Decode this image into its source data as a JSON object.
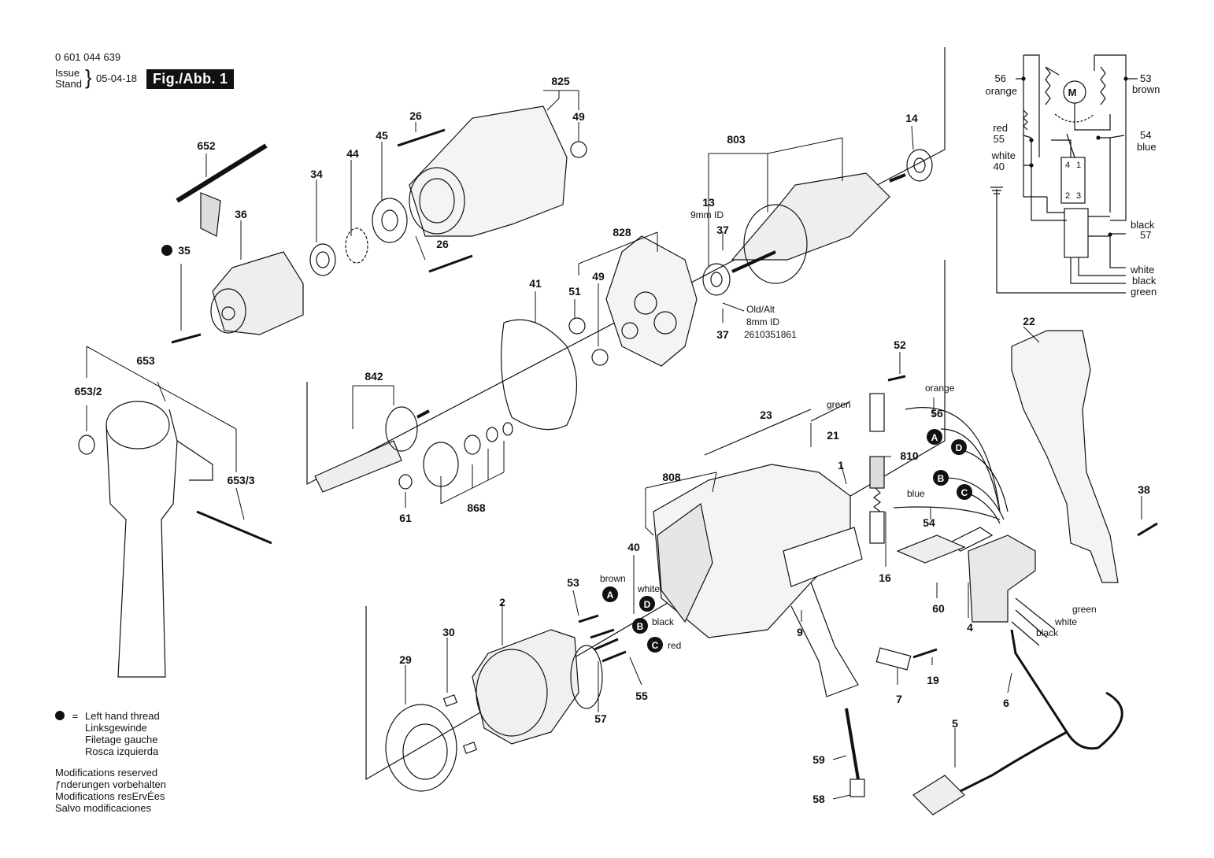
{
  "header": {
    "part_number": "0 601 044 639",
    "issue_label": "Issue",
    "stand_label": "Stand",
    "date": "05-04-18",
    "figure": "Fig./Abb. 1"
  },
  "legend": {
    "lht_lines": [
      "Left hand thread",
      "Linksgewinde",
      "Filetage gauche",
      "Rosca izquierda"
    ],
    "mod_lines": [
      "Modifications reserved",
      "ƒnderungen vorbehalten",
      "Modifications resErvÉes",
      "Salvo modificaciones"
    ]
  },
  "parts": [
    {
      "id": "p825",
      "text": "825"
    },
    {
      "id": "p49a",
      "text": "49"
    },
    {
      "id": "p26a",
      "text": "26"
    },
    {
      "id": "p26b",
      "text": "26"
    },
    {
      "id": "p652",
      "text": "652"
    },
    {
      "id": "p44",
      "text": "44"
    },
    {
      "id": "p45",
      "text": "45"
    },
    {
      "id": "p34",
      "text": "34"
    },
    {
      "id": "p36",
      "text": "36"
    },
    {
      "id": "p35",
      "text": "35"
    },
    {
      "id": "p803",
      "text": "803"
    },
    {
      "id": "p14",
      "text": "14"
    },
    {
      "id": "p13",
      "text": "13"
    },
    {
      "id": "p9mm",
      "text": "9mm ID"
    },
    {
      "id": "p37a",
      "text": "37"
    },
    {
      "id": "p37b",
      "text": "37"
    },
    {
      "id": "p828",
      "text": "828"
    },
    {
      "id": "p51",
      "text": "51"
    },
    {
      "id": "p49b",
      "text": "49"
    },
    {
      "id": "p41",
      "text": "41"
    },
    {
      "id": "pold",
      "text": "Old/Alt"
    },
    {
      "id": "p8mm",
      "text": "8mm ID"
    },
    {
      "id": "p2610",
      "text": "2610351861"
    },
    {
      "id": "p653",
      "text": "653"
    },
    {
      "id": "p653_2",
      "text": "653/2"
    },
    {
      "id": "p653_3",
      "text": "653/3"
    },
    {
      "id": "p842",
      "text": "842"
    },
    {
      "id": "p61",
      "text": "61"
    },
    {
      "id": "p868",
      "text": "868"
    },
    {
      "id": "p52",
      "text": "52"
    },
    {
      "id": "p22",
      "text": "22"
    },
    {
      "id": "p23",
      "text": "23"
    },
    {
      "id": "p21",
      "text": "21"
    },
    {
      "id": "p56",
      "text": "56"
    },
    {
      "id": "p810",
      "text": "810"
    },
    {
      "id": "p1",
      "text": "1"
    },
    {
      "id": "p808",
      "text": "808"
    },
    {
      "id": "p54",
      "text": "54"
    },
    {
      "id": "p16",
      "text": "16"
    },
    {
      "id": "p38",
      "text": "38"
    },
    {
      "id": "p60",
      "text": "60"
    },
    {
      "id": "p4",
      "text": "4"
    },
    {
      "id": "p40",
      "text": "40"
    },
    {
      "id": "p53",
      "text": "53"
    },
    {
      "id": "p2",
      "text": "2"
    },
    {
      "id": "p30",
      "text": "30"
    },
    {
      "id": "p29",
      "text": "29"
    },
    {
      "id": "p57",
      "text": "57"
    },
    {
      "id": "p55",
      "text": "55"
    },
    {
      "id": "p9",
      "text": "9"
    },
    {
      "id": "p7",
      "text": "7"
    },
    {
      "id": "p19",
      "text": "19"
    },
    {
      "id": "p6",
      "text": "6"
    },
    {
      "id": "p5",
      "text": "5"
    },
    {
      "id": "p59",
      "text": "59"
    },
    {
      "id": "p58",
      "text": "58"
    }
  ],
  "wire_labels": [
    {
      "id": "w_green_top",
      "text": "green"
    },
    {
      "id": "w_orange",
      "text": "orange"
    },
    {
      "id": "w_blue",
      "text": "blue"
    },
    {
      "id": "w_brown",
      "text": "brown"
    },
    {
      "id": "w_white",
      "text": "white"
    },
    {
      "id": "w_black",
      "text": "black"
    },
    {
      "id": "w_red",
      "text": "red"
    },
    {
      "id": "w_green_r",
      "text": "green"
    },
    {
      "id": "w_white_r",
      "text": "white"
    },
    {
      "id": "w_black_r",
      "text": "black"
    }
  ],
  "badges": [
    {
      "id": "bA1",
      "text": "A"
    },
    {
      "id": "bD1",
      "text": "D"
    },
    {
      "id": "bB1",
      "text": "B"
    },
    {
      "id": "bC1",
      "text": "C"
    },
    {
      "id": "bA2",
      "text": "A"
    },
    {
      "id": "bD2",
      "text": "D"
    },
    {
      "id": "bB2",
      "text": "B"
    },
    {
      "id": "bC2",
      "text": "C"
    }
  ],
  "schematic": {
    "motor_symbol": "M",
    "labels": [
      {
        "id": "s56",
        "text": "56"
      },
      {
        "id": "sorange",
        "text": "orange"
      },
      {
        "id": "s53",
        "text": "53"
      },
      {
        "id": "sbrown",
        "text": "brown"
      },
      {
        "id": "sred",
        "text": "red"
      },
      {
        "id": "s55",
        "text": "55"
      },
      {
        "id": "s54",
        "text": "54"
      },
      {
        "id": "sblue",
        "text": "blue"
      },
      {
        "id": "swhite",
        "text": "white"
      },
      {
        "id": "s40",
        "text": "40"
      },
      {
        "id": "sblack",
        "text": "black"
      },
      {
        "id": "s57",
        "text": "57"
      },
      {
        "id": "swhite2",
        "text": "white"
      },
      {
        "id": "sblack2",
        "text": "black"
      },
      {
        "id": "sgreen",
        "text": "green"
      },
      {
        "id": "t4",
        "text": "4"
      },
      {
        "id": "t1",
        "text": "1"
      },
      {
        "id": "t2",
        "text": "2"
      },
      {
        "id": "t3",
        "text": "3"
      }
    ]
  }
}
